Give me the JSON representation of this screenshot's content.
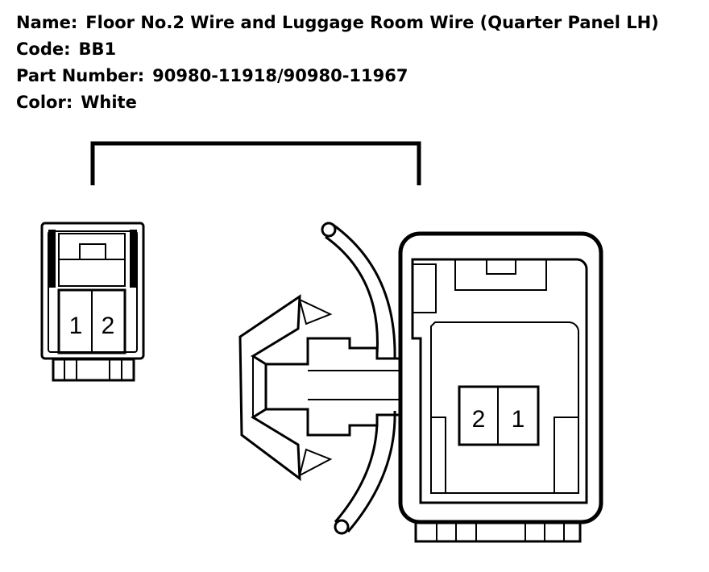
{
  "info": {
    "name_label": "Name:",
    "name_value": "Floor No.2 Wire and Luggage Room Wire (Quarter Panel LH)",
    "code_label": "Code:",
    "code_value": "BB1",
    "part_label": "Part Number:",
    "part_value": "90980-11918/90980-11967",
    "color_label": "Color:",
    "color_value": "White"
  },
  "connector_male": {
    "pins": [
      "1",
      "2"
    ]
  },
  "connector_female": {
    "pins": [
      "2",
      "1"
    ]
  }
}
